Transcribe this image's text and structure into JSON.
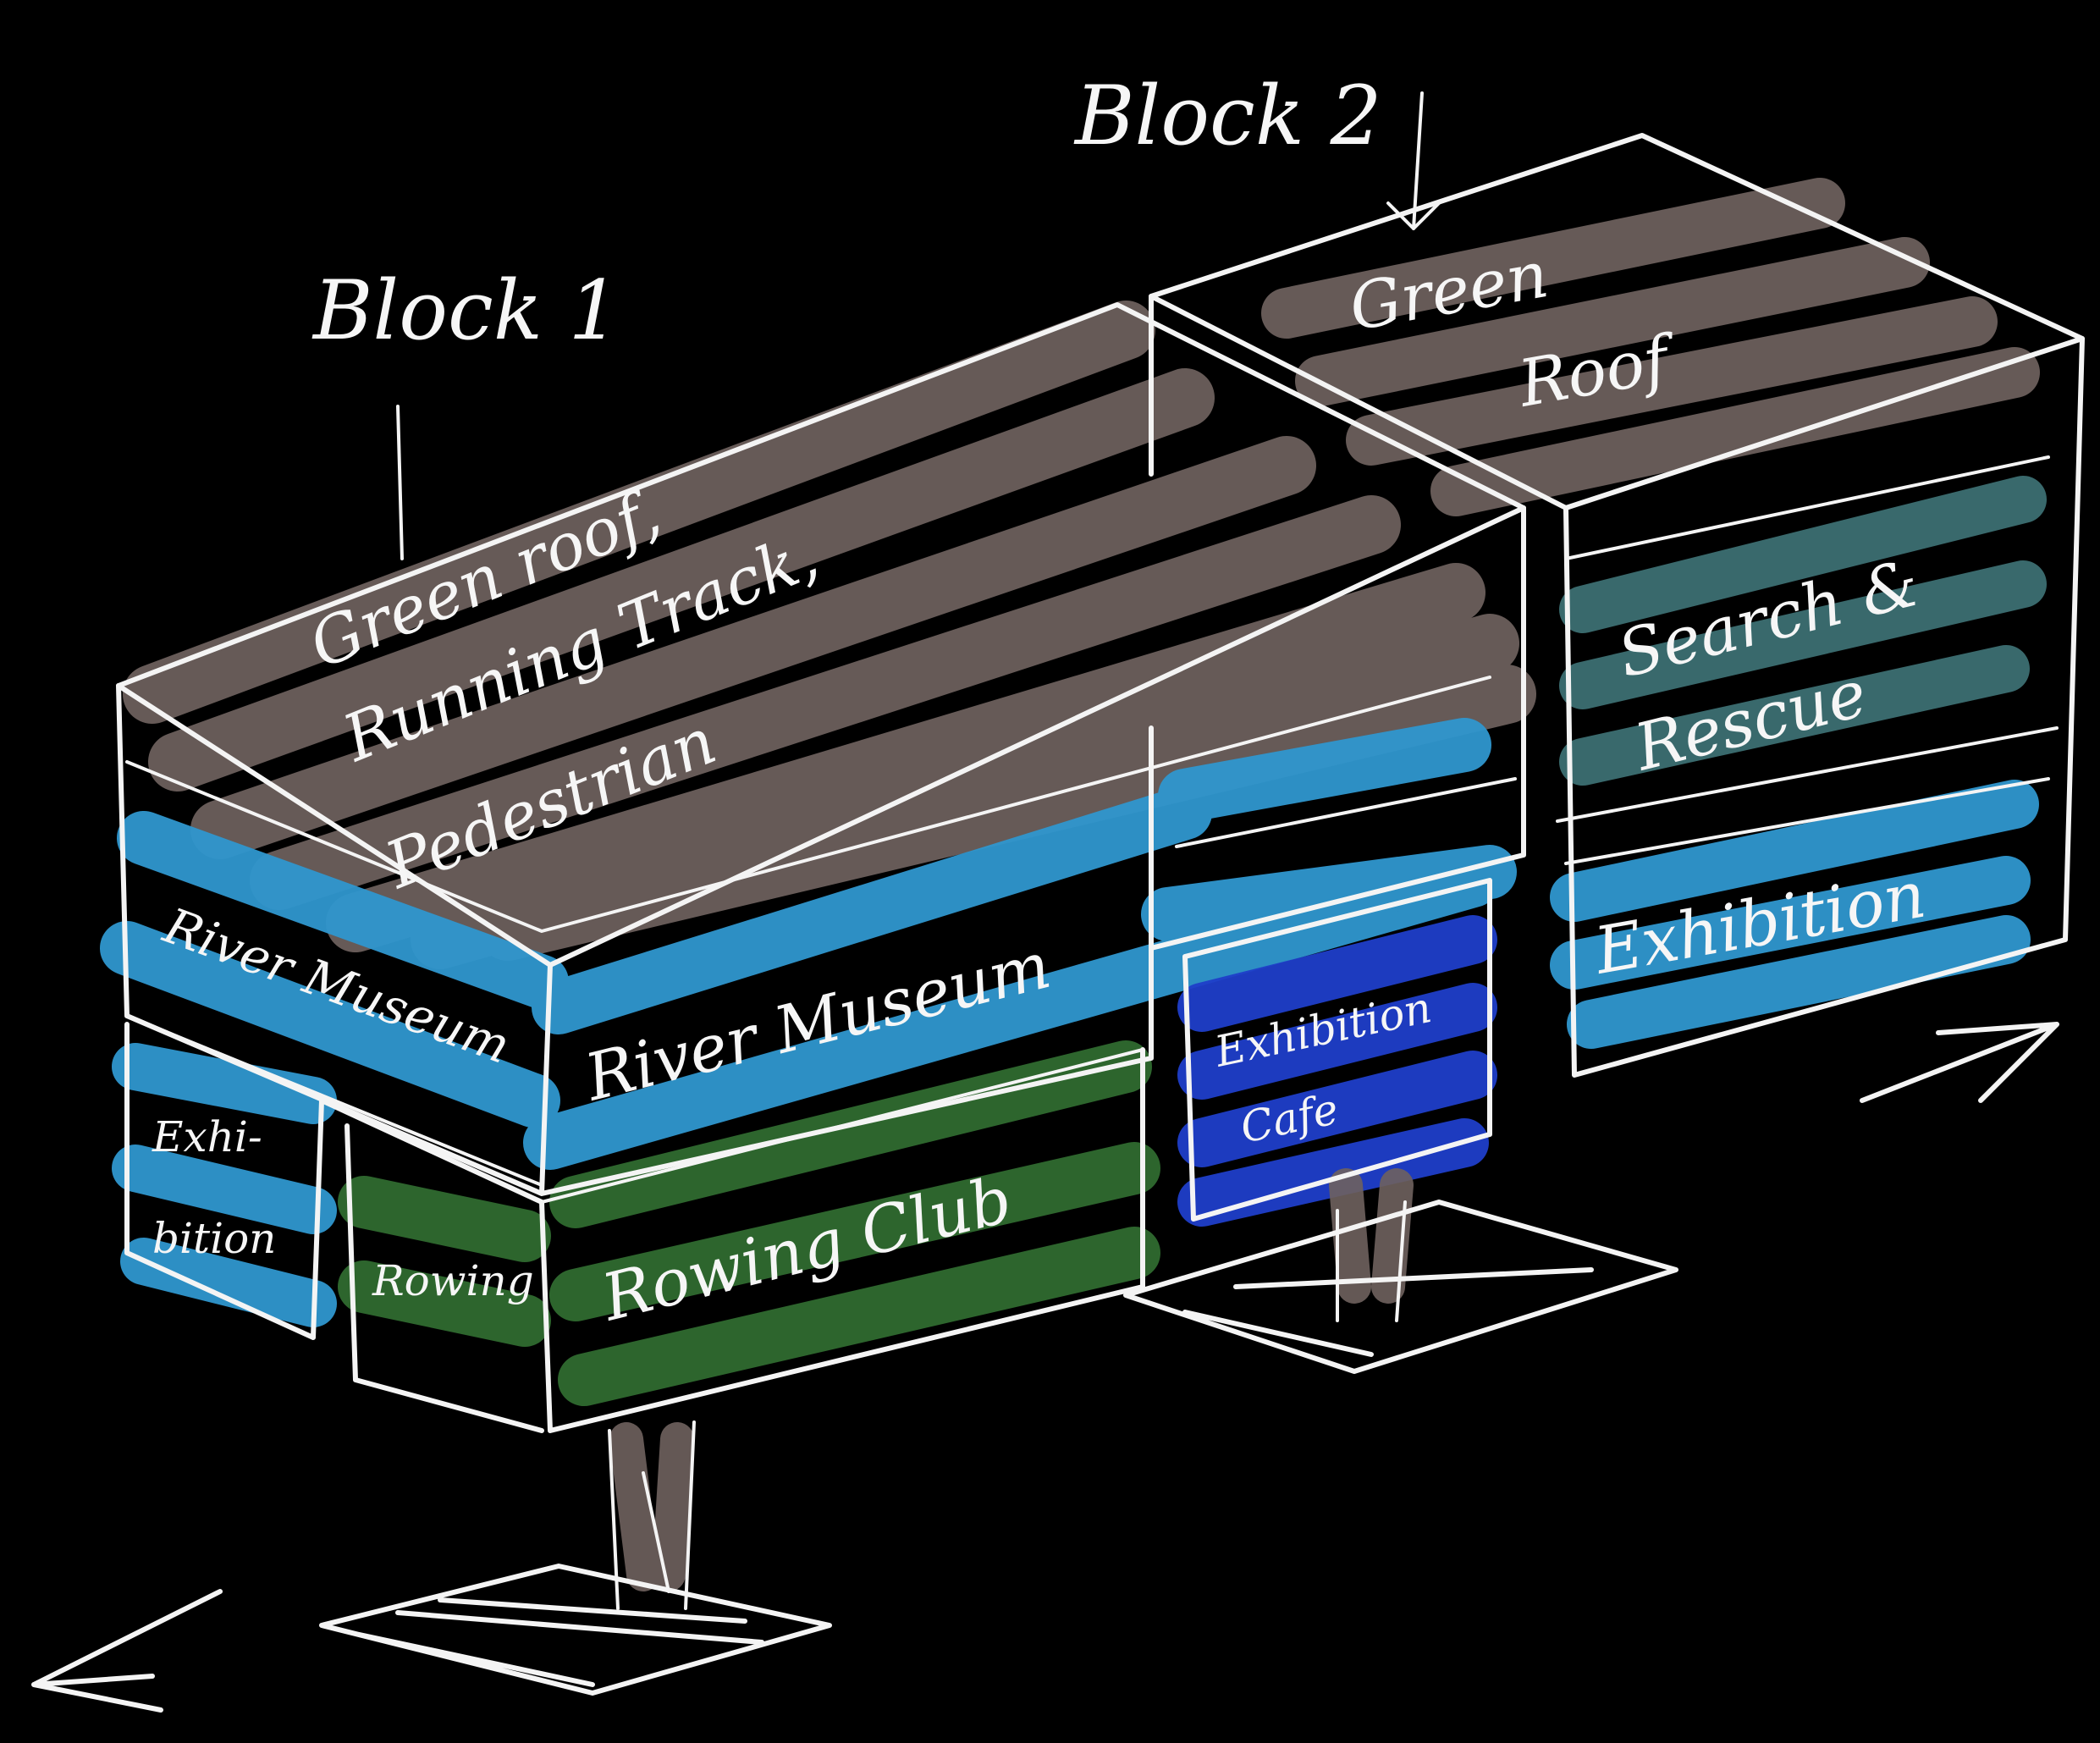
{
  "colors": {
    "background": "#000000",
    "line": "#f4f4f4",
    "roof_brown": "#6f625e",
    "museum_blue": "#2f97cf",
    "rowing_green": "#2f6a2f",
    "cafe_blue": "#1f3ec9",
    "rescue_teal": "#3c6f72"
  },
  "title_labels": {
    "block1": "Block 1",
    "block2": "Block 2"
  },
  "block1": {
    "roof": [
      "Green roof,",
      "Running Track,",
      "Pedestrian"
    ],
    "museum_side": "River Museum",
    "museum_end": "River Museum",
    "exhibition_end": [
      "Exhi-",
      "bition"
    ],
    "rowing_end": "Rowing",
    "rowing_side": "Rowing Club",
    "cafe": [
      "Exhibition",
      "Cafe"
    ]
  },
  "block2": {
    "roof": [
      "Green",
      "Roof"
    ],
    "rescue": [
      "Search &",
      "Rescue"
    ],
    "exhibition": "Exhibition"
  }
}
